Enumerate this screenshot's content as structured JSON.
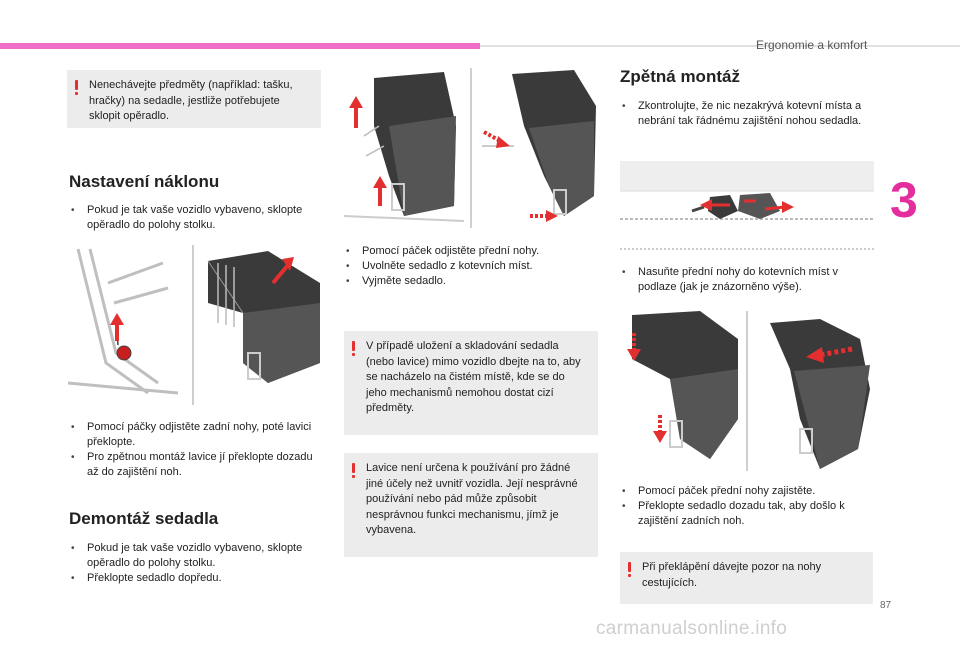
{
  "header": {
    "section_title": "Ergonomie a komfort",
    "chapter_number": "3"
  },
  "footer": {
    "page_number": "87",
    "watermark": "carmanualsonline.info"
  },
  "col1": {
    "note_items": "Nenechávejte předměty (například: tašku, hračky) na sedadle, jestliže potřebujete sklopit opěradlo.",
    "heading_tilt": "Nastavení náklonu",
    "tilt_text": "Pokud je tak vaše vozidlo vybaveno, sklopte opěradlo do polohy stolku.",
    "tilt_steps": [
      "Pomocí páčky odjistěte zadní nohy, poté lavici překlopte.",
      "Pro zpětnou montáž lavice jí překlopte dozadu až do zajištění noh."
    ],
    "heading_remove": "Demontáž sedadla",
    "remove_steps": [
      "Pokud je tak vaše vozidlo vybaveno, sklopte opěradlo do polohy stolku.",
      "Překlopte sedadlo dopředu."
    ]
  },
  "col2": {
    "remove_steps": [
      "Pomocí páček odjistěte přední nohy.",
      "Uvolněte sedadlo z kotevních míst.",
      "Vyjměte sedadlo."
    ],
    "note_storage": "V případě uložení a skladování sedadla (nebo lavice) mimo vozidlo dbejte na to, aby se nacházelo na čistém místě, kde se do jeho mechanismů nemohou dostat cizí předměty.",
    "note_usage": "Lavice není určena k používání pro žádné jiné účely než uvnitř vozidla. Její nesprávné používání nebo pád může způsobit nesprávnou funkci mechanismu, jímž je vybavena."
  },
  "col3": {
    "heading_refit": "Zpětná montáž",
    "refit_check": "Zkontrolujte, že nic nezakrývá kotevní místa a nebrání tak řádnému zajištění nohou sedadla.",
    "refit_place": "Nasuňte přední nohy do kotevních míst v podlaze (jak je znázorněno výše).",
    "refit_steps": [
      "Pomocí páček přední nohy zajistěte.",
      "Překlopte sedadlo dozadu tak, aby došlo k zajištění zadních noh."
    ],
    "note_passengers": "Při překlápění dávejte pozor na nohy cestujících."
  },
  "colors": {
    "accent_pink": "#f06ec8",
    "chapter_magenta": "#e32f9e",
    "warning_red": "#e32f2f",
    "note_background": "#ececec"
  }
}
